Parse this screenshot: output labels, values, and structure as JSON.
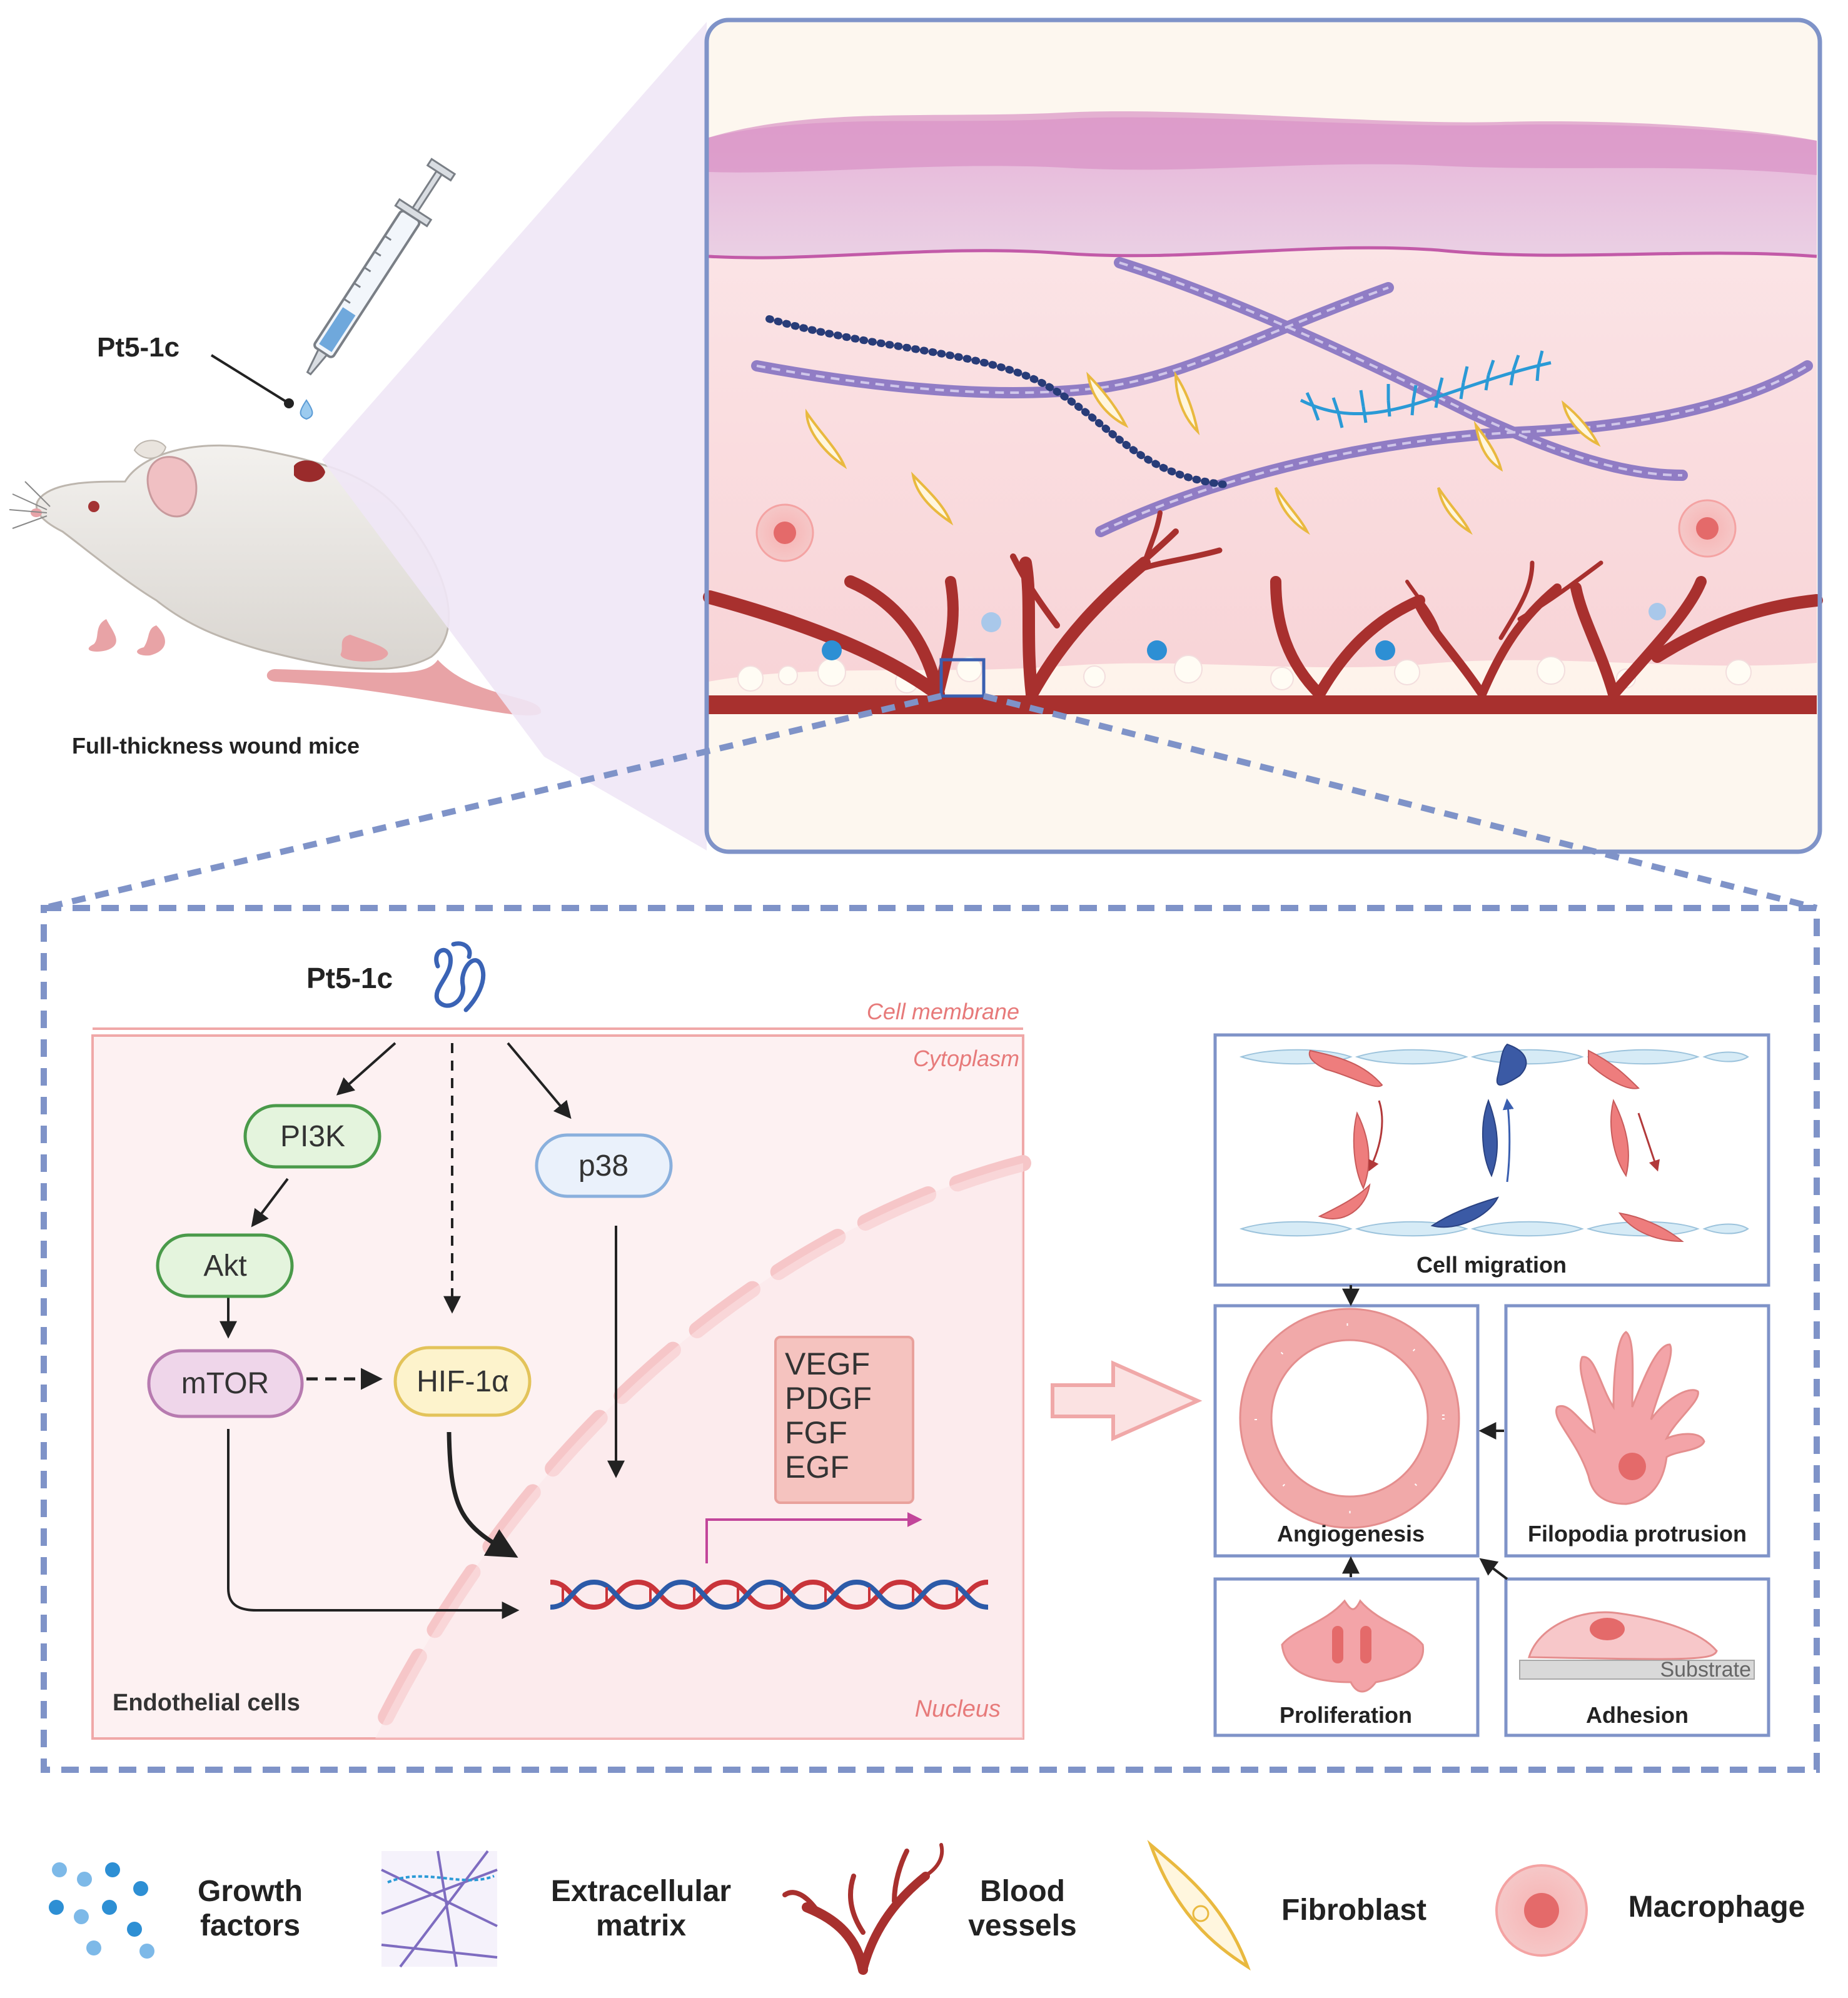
{
  "mouse": {
    "drug_label": "Pt5-1c",
    "caption": "Full-thickness wound mice"
  },
  "pathway": {
    "drug_label": "Pt5-1c",
    "membrane_label": "Cell membrane",
    "cytoplasm_label": "Cytoplasm",
    "nucleus_label": "Nucleus",
    "cell_type_label": "Endothelial cells",
    "nodes": {
      "pi3k": "PI3K",
      "akt": "Akt",
      "mtor": "mTOR",
      "hif": "HIF-1α",
      "p38": "p38"
    },
    "genes": [
      "VEGF",
      "PDGF",
      "FGF",
      "EGF"
    ]
  },
  "outcomes": {
    "cell_migration": "Cell migration",
    "angiogenesis": "Angiogenesis",
    "filopodia": "Filopodia protrusion",
    "proliferation": "Proliferation",
    "adhesion": "Adhesion",
    "substrate": "Substrate"
  },
  "legend": {
    "growth_factors": [
      "Growth",
      "factors"
    ],
    "ecm": [
      "Extracellular",
      "matrix"
    ],
    "blood_vessels": [
      "Blood",
      "vessels"
    ],
    "fibroblast": "Fibroblast",
    "macrophage": "Macrophage"
  },
  "colors": {
    "panel_border": "#7f93c8",
    "dashed_border": "#7f93c8",
    "vessel": "#a8302e",
    "collagen": "#7e6cc0",
    "fibroblast": "#e9b93f",
    "macrophage": "#ef8c8c",
    "growth_factor": "#2d8fd4",
    "pi3k_fill": "#e4f4dd",
    "pi3k_stroke": "#4a9a4a",
    "mtor_fill": "#efd6ea",
    "mtor_stroke": "#b77bb0",
    "hif_fill": "#fdf3cc",
    "hif_stroke": "#e3c35a",
    "p38_fill": "#eaf1fb",
    "p38_stroke": "#8ab0dd",
    "gene_box": "#f5c3bf"
  }
}
